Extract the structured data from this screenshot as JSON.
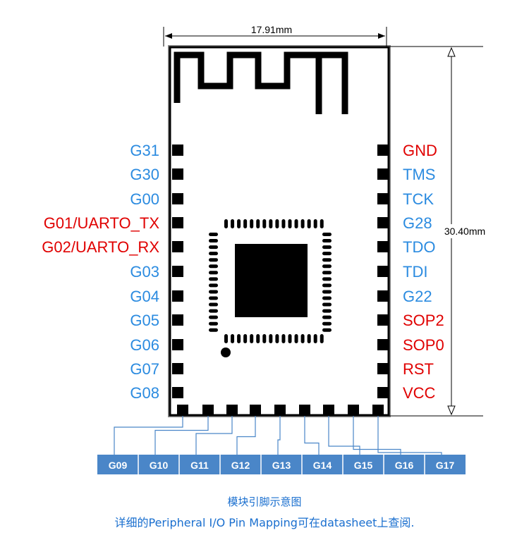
{
  "dimensions": {
    "width_label": "17.91mm",
    "height_label": "30.40mm"
  },
  "colors": {
    "blue": "#2b8be0",
    "red": "#e00000",
    "outline": "#000000",
    "board_edge": "#8a8a8a",
    "pin_bar": "#4a86c8",
    "bottom_line": "#4a86c8"
  },
  "left_pins": [
    {
      "label": "G31",
      "color": "blue"
    },
    {
      "label": "G30",
      "color": "blue"
    },
    {
      "label": "G00",
      "color": "blue"
    },
    {
      "label": "G01/UARTO_TX",
      "color": "red"
    },
    {
      "label": "G02/UARTO_RX",
      "color": "red"
    },
    {
      "label": "G03",
      "color": "blue"
    },
    {
      "label": "G04",
      "color": "blue"
    },
    {
      "label": "G05",
      "color": "blue"
    },
    {
      "label": "G06",
      "color": "blue"
    },
    {
      "label": "G07",
      "color": "blue"
    },
    {
      "label": "G08",
      "color": "blue"
    }
  ],
  "right_pins": [
    {
      "label": "GND",
      "color": "red"
    },
    {
      "label": "TMS",
      "color": "blue"
    },
    {
      "label": "TCK",
      "color": "blue"
    },
    {
      "label": "G28",
      "color": "blue"
    },
    {
      "label": "TDO",
      "color": "blue"
    },
    {
      "label": "TDI",
      "color": "blue"
    },
    {
      "label": "G22",
      "color": "blue"
    },
    {
      "label": "SOP2",
      "color": "red"
    },
    {
      "label": "SOP0",
      "color": "red"
    },
    {
      "label": "RST",
      "color": "red"
    },
    {
      "label": "VCC",
      "color": "red"
    }
  ],
  "bottom_pins": [
    "G09",
    "G10",
    "G11",
    "G12",
    "G13",
    "G14",
    "G15",
    "G16",
    "G17"
  ],
  "caption": {
    "title": "模块引脚示意图",
    "note": "详细的Peripheral I/O Pin Mapping可在datasheet上查阅."
  }
}
